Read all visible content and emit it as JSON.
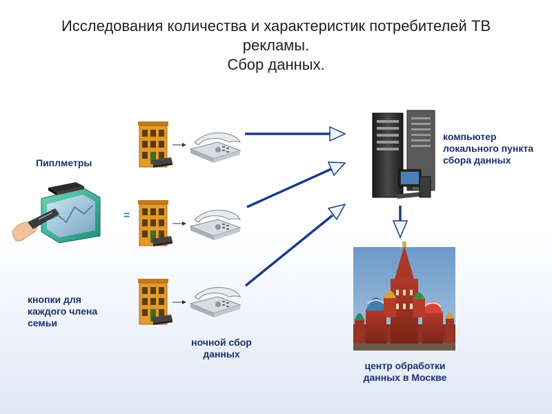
{
  "title": {
    "line1": "Исследования количества и характеристик потребителей ТВ",
    "line2": "рекламы.",
    "line3": "Сбор данных."
  },
  "labels": {
    "peoplemeters": "Пиплметры",
    "buttons_line1": "кнопки для",
    "buttons_line2": "каждого члена",
    "buttons_line3": "семьи",
    "night_line1": "ночной сбор",
    "night_line2": "данных",
    "computer_line1": "компьютер",
    "computer_line2": "локального пункта",
    "computer_line3": "сбора данных",
    "center_line1": "центр обработки",
    "center_line2": "данных в Москве",
    "equals": "="
  },
  "colors": {
    "label_text": "#1b2f6e",
    "arrow": "#1a3a8c",
    "house": "#e39a2a",
    "grid": "#cfdcf0"
  },
  "icons": {
    "peoplemeter": "tv-remote-icon",
    "house": "house-icon",
    "phone": "telephone-icon",
    "server": "server-icon",
    "kremlin": "kremlin-photo"
  }
}
